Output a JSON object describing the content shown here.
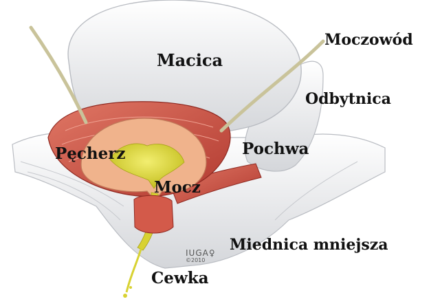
{
  "labels": {
    "macica": "Macica",
    "moczowod": "Moczowód",
    "odbytnica": "Odbytnica",
    "pecherz": "Pęcherz",
    "pochwa": "Pochwa",
    "mocz": "Mocz",
    "miednica": "Miednica mniejsza",
    "cewka": "Cewka"
  },
  "signature": {
    "mark": "IUGA♀",
    "year": "©2010"
  },
  "colors": {
    "organ_grey": "#e2e3e6",
    "muscle_red": "#c9443a",
    "muscle_light": "#e58a7a",
    "mucosa": "#f0b38c",
    "urine": "#d8d232",
    "ureter": "#c9c39a"
  }
}
